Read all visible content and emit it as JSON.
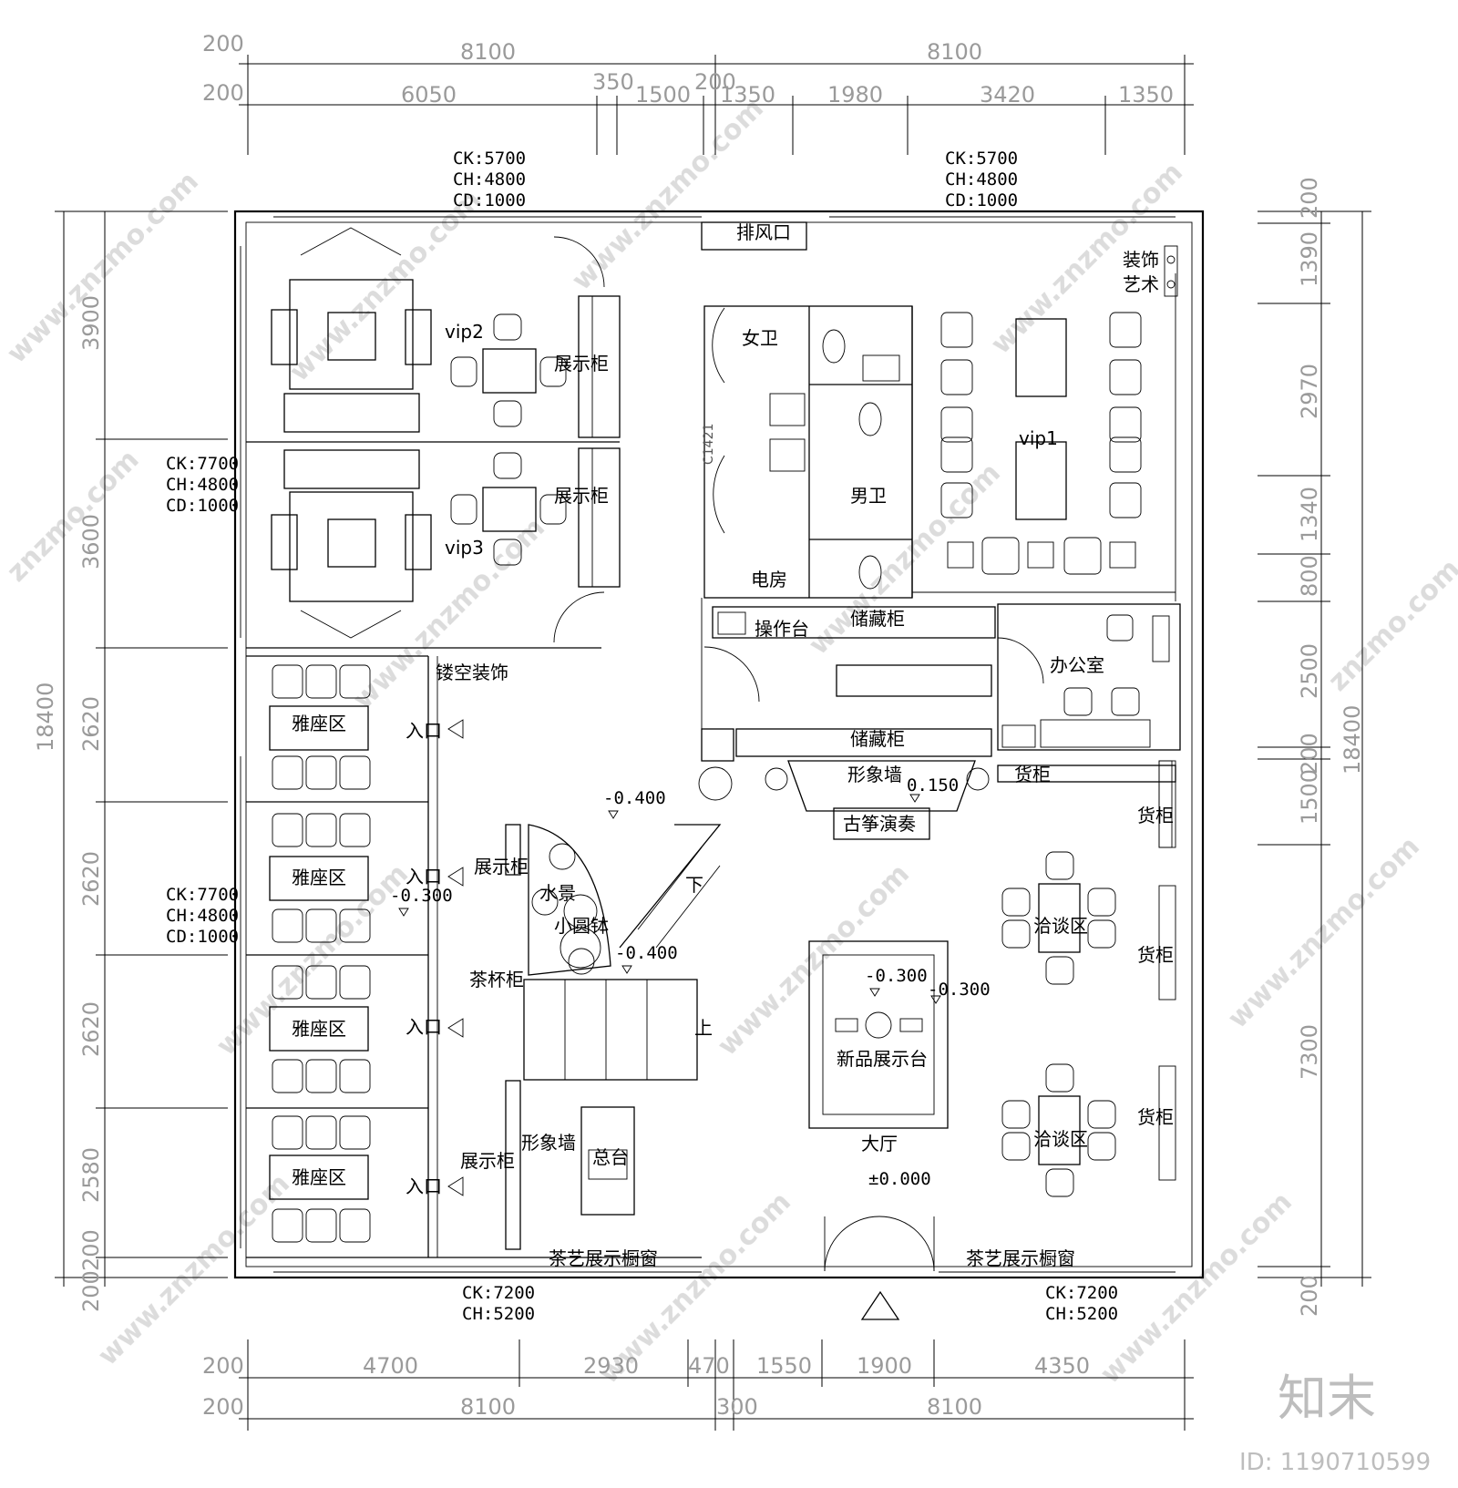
{
  "dimensions": {
    "top_total": [
      "8100",
      "8100"
    ],
    "top_offset": "200",
    "top_offset2": "200",
    "top_detail": [
      "6050",
      "350",
      "1500",
      "200",
      "1350",
      "1980",
      "3420",
      "1350"
    ],
    "bottom_detail": [
      "200",
      "4700",
      "2930",
      "470",
      "1550",
      "1900",
      "4350"
    ],
    "bottom_total": [
      "200",
      "8100",
      "300",
      "8100"
    ],
    "left": [
      "3900",
      "3600",
      "2620",
      "2620",
      "2620",
      "2580",
      "200",
      "200"
    ],
    "left_total": "18400",
    "right": [
      "200",
      "1390",
      "2970",
      "1340",
      "800",
      "2500",
      "200",
      "1500",
      "7300",
      "200"
    ],
    "right_total": "18400"
  },
  "window_specs": {
    "top_left": [
      "CK:5700",
      "CH:4800",
      "CD:1000"
    ],
    "top_right": [
      "CK:5700",
      "CH:4800",
      "CD:1000"
    ],
    "left_upper": [
      "CK:7700",
      "CH:4800",
      "CD:1000"
    ],
    "left_lower": [
      "CK:7700",
      "CH:4800",
      "CD:1000"
    ],
    "bottom_left": [
      "CK:7200",
      "CH:5200"
    ],
    "bottom_right": [
      "CK:7200",
      "CH:5200"
    ]
  },
  "rooms": {
    "vip2": "vip2",
    "vip3": "vip3",
    "vip1": "vip1",
    "display_cabinet": "展示柜",
    "womens_restroom": "女卫",
    "mens_restroom": "男卫",
    "exhaust": "排风口",
    "deco_art_1": "装饰",
    "deco_art_2": "艺术",
    "door_code": "C1421",
    "electric_room": "电房",
    "work_counter": "操作台",
    "storage_cabinet": "储藏柜",
    "office": "办公室",
    "hollow_decoration": "镂空装饰",
    "elegant_seating": "雅座区",
    "entrance": "入口",
    "image_wall": "形象墙",
    "goods_cabinet": "货柜",
    "guzheng": "古筝演奏",
    "water_feature": "水景",
    "small_bowl": "小圆钵",
    "teacup_cabinet": "茶杯柜",
    "down": "下",
    "up": "上",
    "negotiation_area": "洽谈区",
    "new_product_display": "新品展示台",
    "hall": "大厅",
    "front_desk": "总台",
    "tea_display_window": "茶艺展示橱窗"
  },
  "levels": {
    "lv_m0400_a": "-0.400",
    "lv_m0400_b": "-0.400",
    "lv_0150": "0.150",
    "lv_m0300_a": "-0.300",
    "lv_m0300_b": "-0.300",
    "lv_m0300_c": "-0.300",
    "lv_0000": "±0.000"
  },
  "watermark": {
    "site": "znzmo.com",
    "site_long": "www.znzmo.com",
    "brand": "知末",
    "id": "ID: 1190710599"
  }
}
